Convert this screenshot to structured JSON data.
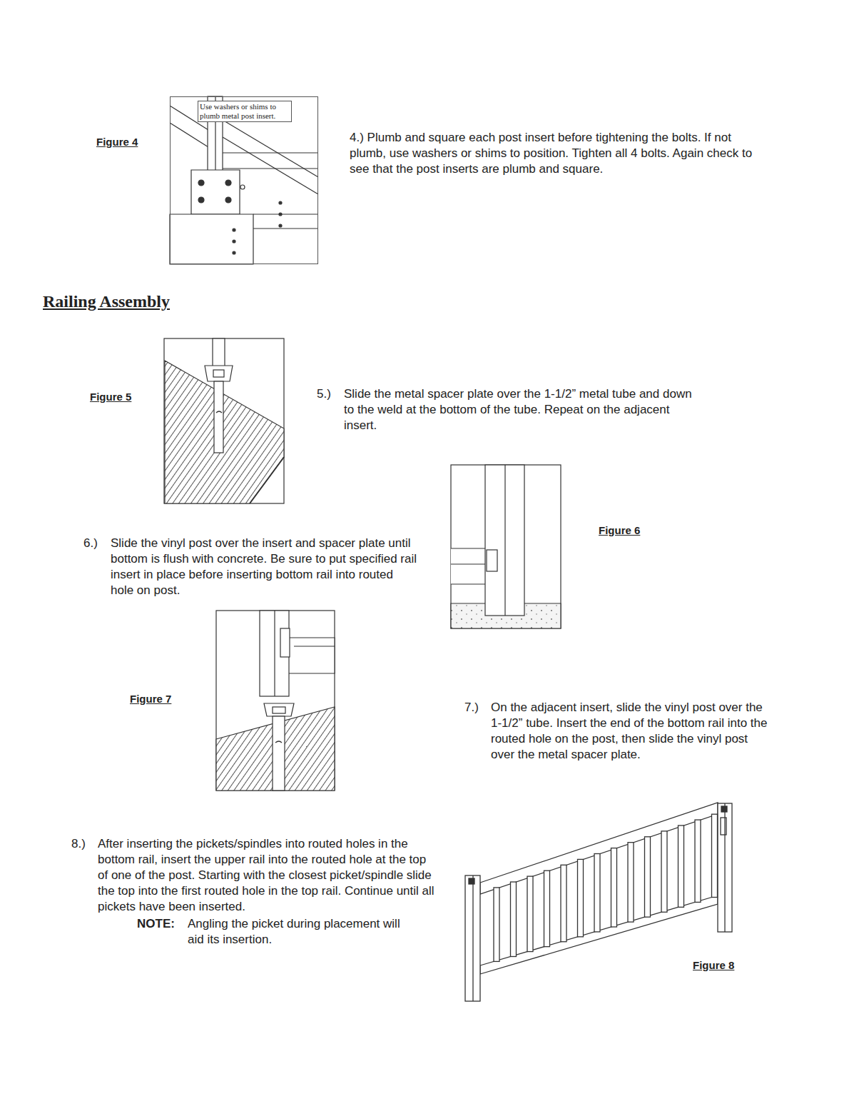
{
  "diagram": {
    "title": "Railing Assembly",
    "nodes": [
      {
        "text": [
          "Use washers or shims to plumb metal post insert."
        ]
      }
    ],
    "labels": [
      "Figure 4",
      "4.) Plumb and square each post insert before tightening the bolts. If not plumb, use washers or shims to position. Tighten all 4 bolts. Again check to see that the post inserts are plumb and square.",
      "Figure 5",
      "5.)",
      "Slide the metal spacer plate over the 1-1/2” metal tube and down to the weld at the bottom of the tube. Repeat on the adjacent insert.",
      "6.)",
      "Slide the vinyl post over the insert and spacer plate until bottom is flush with concrete. Be sure to put specified rail insert in place before inserting bottom rail into routed hole on post.",
      "Figure 6",
      "Figure 7",
      "7.)",
      "On the adjacent insert, slide the vinyl post over the 1-1/2” tube. Insert the end of the bottom rail into the routed hole on the post, then slide the vinyl post over the metal spacer plate.",
      "8.)",
      "After inserting the pickets/spindles into routed holes in the bottom rail, insert the upper rail into the routed hole at the top of one of the post. Starting with the closest picket/spindle slide the top into the first routed hole in the top rail. Continue until all pickets have been inserted.",
      "NOTE:",
      "Angling the picket during placement will aid its insertion.",
      "Figure 8"
    ]
  }
}
